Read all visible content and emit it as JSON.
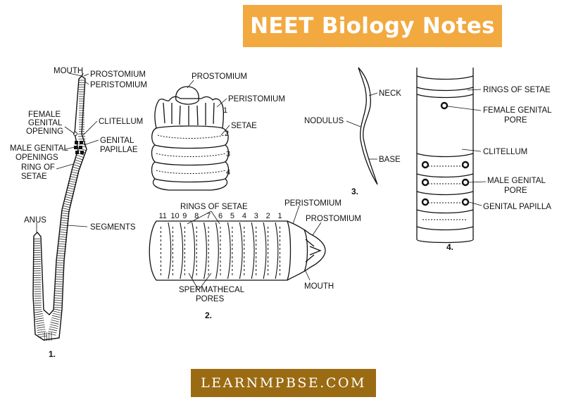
{
  "banner": {
    "title": "NEET Biology Notes",
    "bg": "#f2a940",
    "text_color": "#ffffff"
  },
  "footer": {
    "label": "LEARNMPBSE.COM",
    "bg": "#9a6b12",
    "text_color": "#ffffff"
  },
  "fig1": {
    "number": "1.",
    "labels": {
      "mouth": "MOUTH",
      "prostomium": "PROSTOMIUM",
      "peristomium": "PERISTOMIUM",
      "female_1": "FEMALE",
      "female_2": "GENITAL",
      "female_3": "OPENING",
      "clitellum": "CLITELLUM",
      "male_1": "MALE GENITAL",
      "male_2": "OPENINGS",
      "papillae_1": "GENITAL",
      "papillae_2": "PAPILLAE",
      "ring_1": "RING OF",
      "ring_2": "SETAE",
      "anus": "ANUS",
      "segments": "SEGMENTS"
    }
  },
  "fig2": {
    "number": "2.",
    "labels": {
      "prostomium": "PROSTOMIUM",
      "peristomium": "PERISTOMIUM",
      "setae": "SETAE",
      "s1": "1",
      "s2": "2",
      "s3": "3",
      "s4": "4"
    }
  },
  "fig2b": {
    "labels": {
      "rings": "RINGS OF SETAE",
      "peristomium": "PERISTOMIUM",
      "prostomium": "PROSTOMIUM",
      "mouth": "MOUTH",
      "sperm_1": "SPERMATHECAL",
      "sperm_2": "PORES"
    },
    "segments": [
      "11",
      "10",
      "9",
      "8",
      "7",
      "6",
      "5",
      "4",
      "3",
      "2",
      "1"
    ]
  },
  "fig3": {
    "number": "3.",
    "labels": {
      "neck": "NECK",
      "nodulus": "NODULUS",
      "base": "BASE"
    }
  },
  "fig4": {
    "number": "4.",
    "labels": {
      "rings": "RINGS OF SETAE",
      "female_1": "FEMALE GENITAL",
      "female_2": "PORE",
      "clitellum": "CLITELLUM",
      "male_1": "MALE GENITAL",
      "male_2": "PORE",
      "papilla": "GENITAL PAPILLA"
    }
  }
}
